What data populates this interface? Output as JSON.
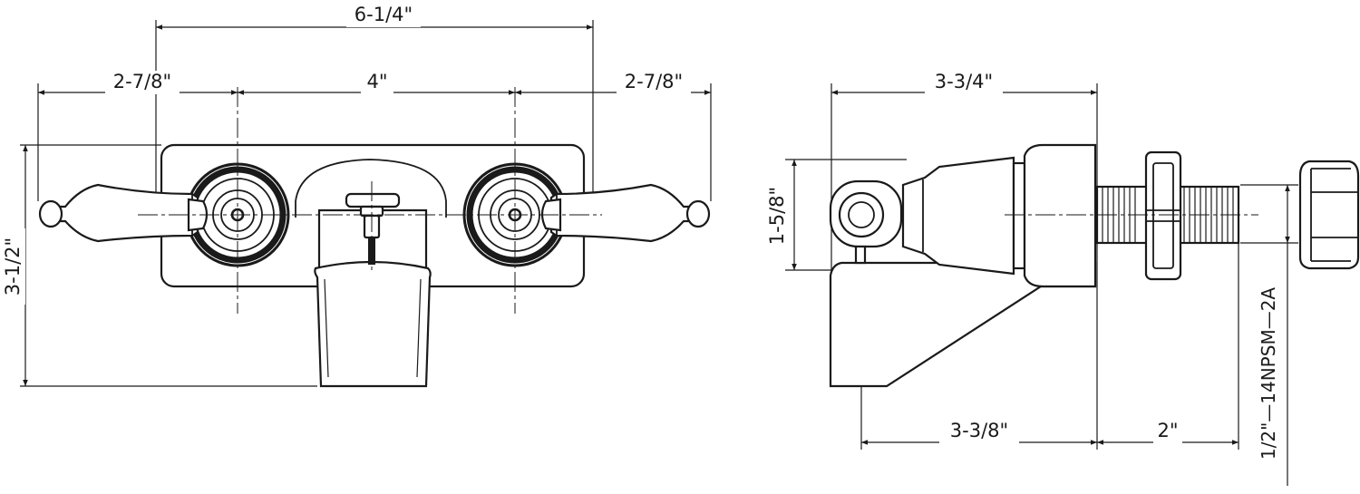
{
  "front_view": {
    "dim_overall_width": "6-1/4\"",
    "dim_left_handle": "2-7/8\"",
    "dim_center_spacing": "4\"",
    "dim_right_handle": "2-7/8\"",
    "dim_height": "3-1/2\""
  },
  "side_view": {
    "dim_depth": "3-3/4\"",
    "dim_spout_height": "1-5/8\"",
    "dim_body_depth": "3-3/8\"",
    "dim_shank_length": "2\"",
    "thread_spec": "1/2\"—14NPSM—2A"
  }
}
